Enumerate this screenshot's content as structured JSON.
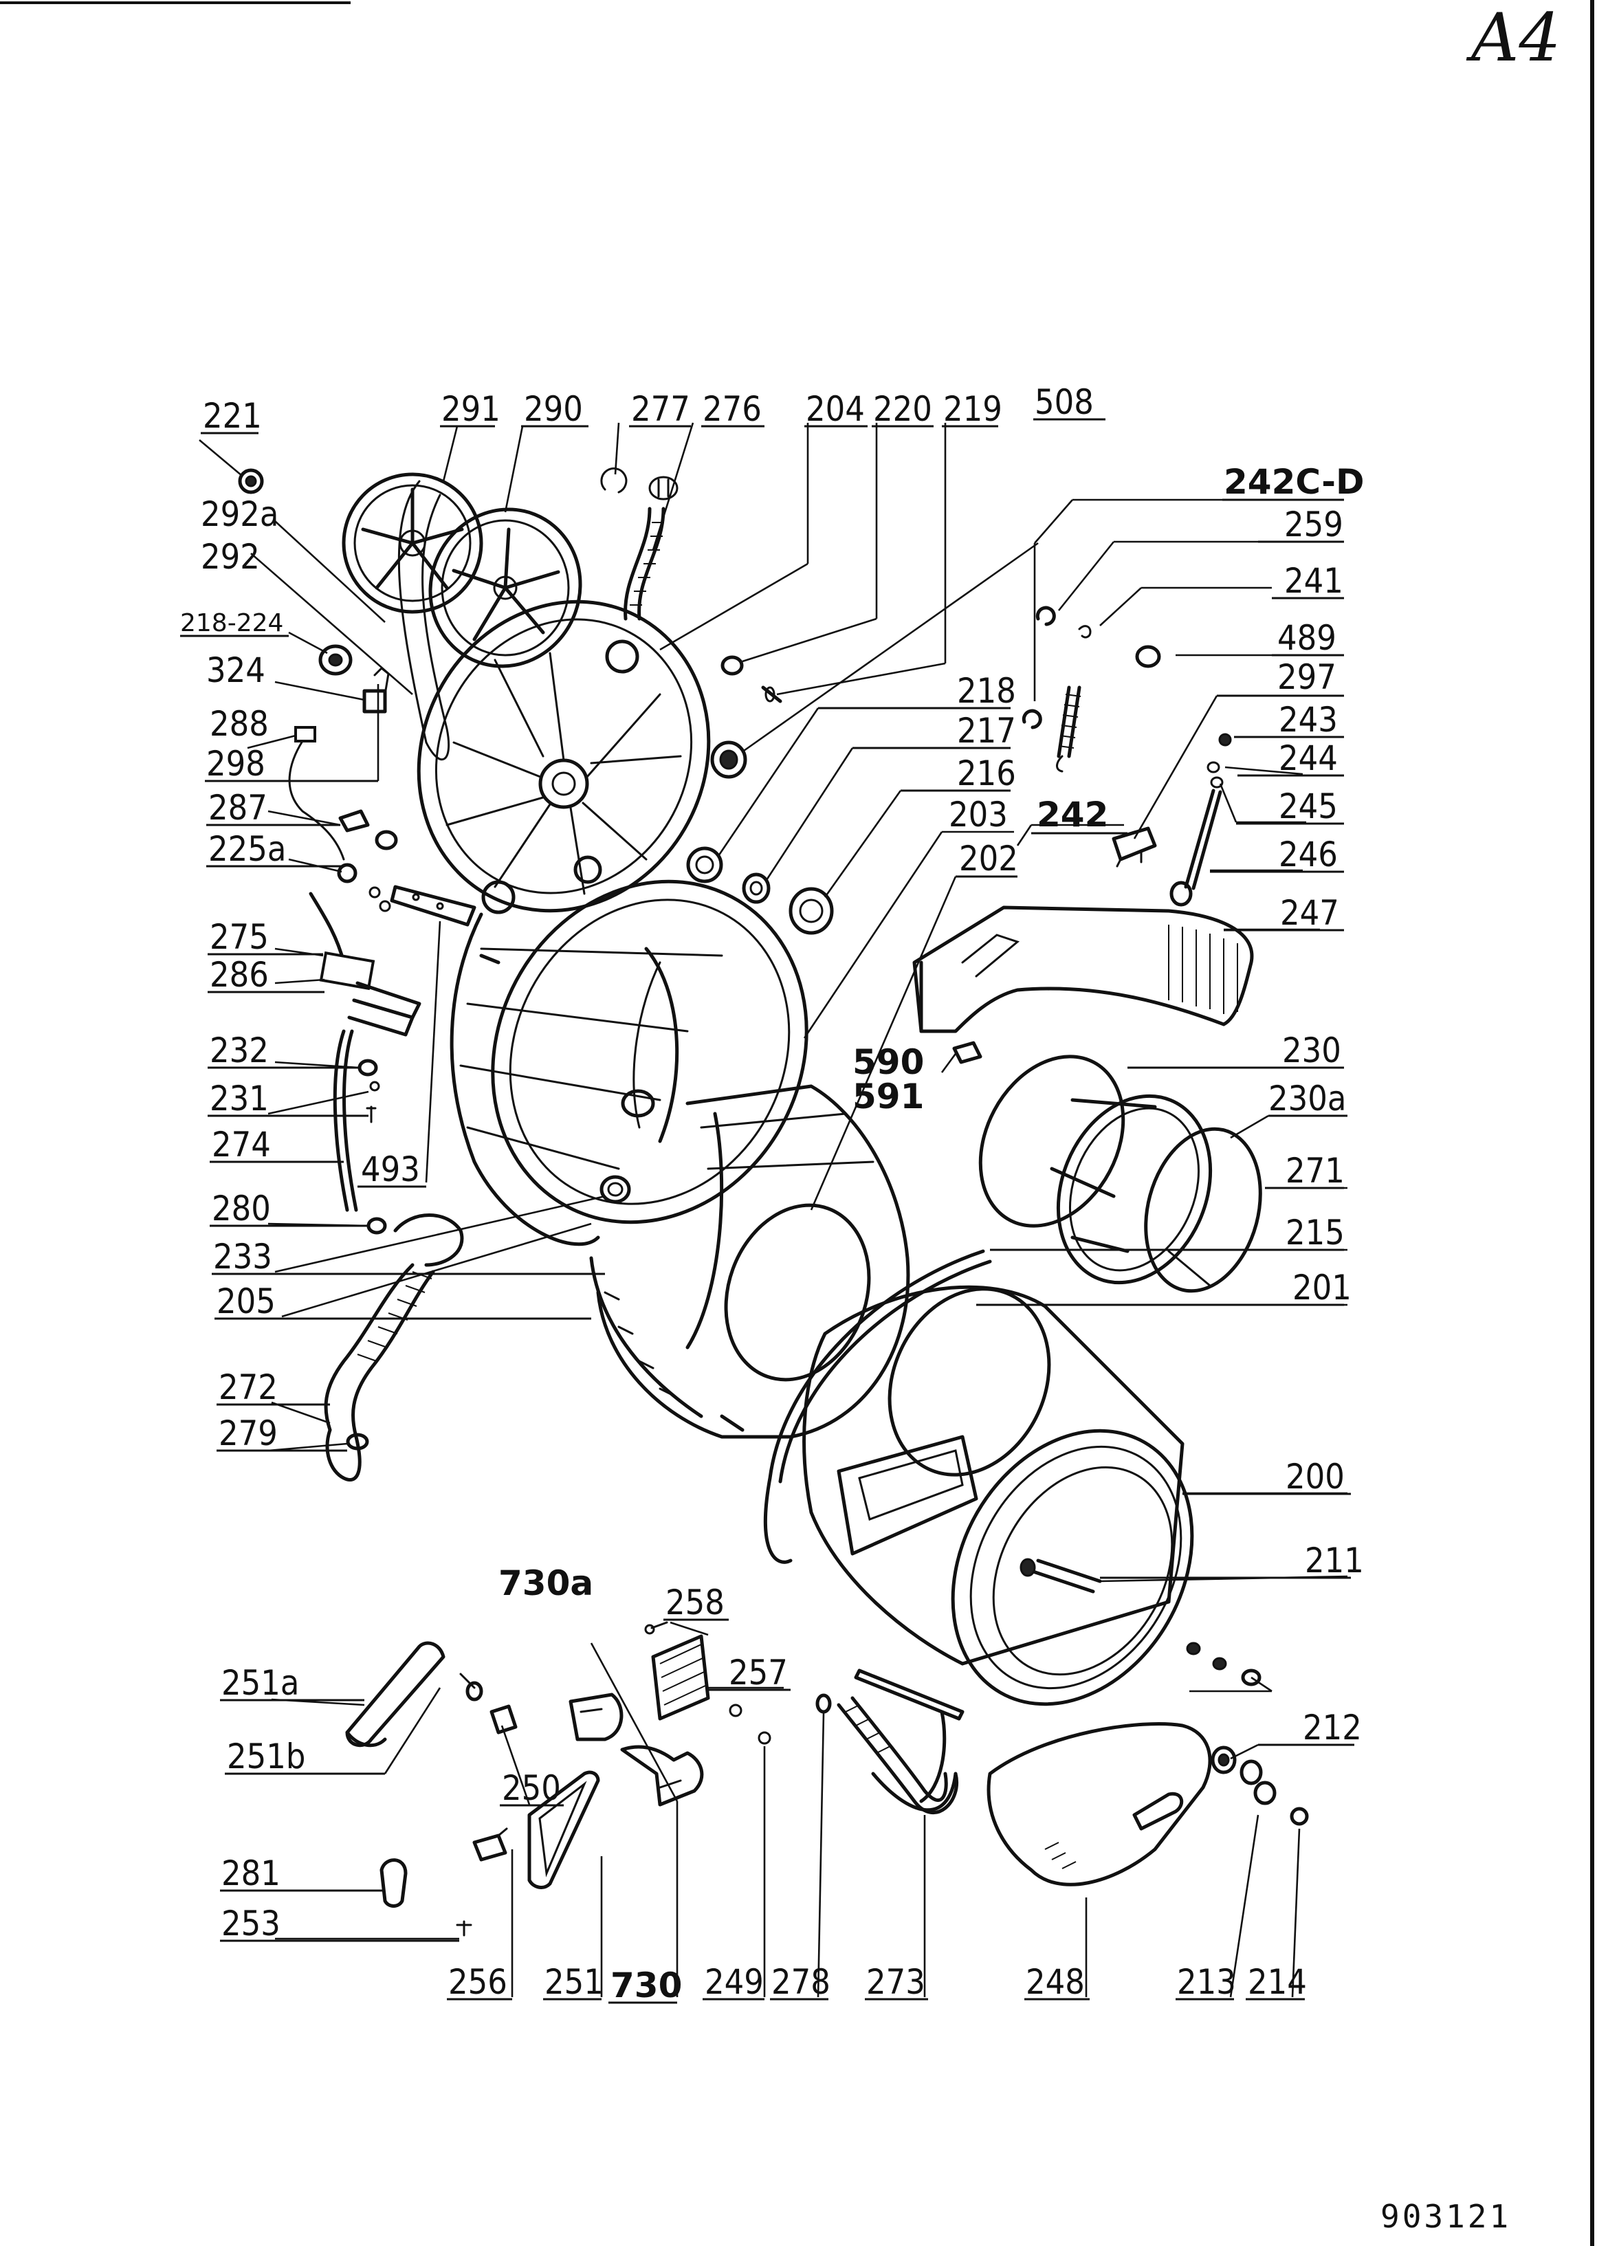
{
  "sheet": {
    "corner_mark": "A4",
    "document_number": "903121"
  },
  "callouts": [
    {
      "id": "c221",
      "text": "221"
    },
    {
      "id": "c291",
      "text": "291"
    },
    {
      "id": "c290",
      "text": "290"
    },
    {
      "id": "c277",
      "text": "277"
    },
    {
      "id": "c276",
      "text": "276"
    },
    {
      "id": "c204",
      "text": "204"
    },
    {
      "id": "c220",
      "text": "220"
    },
    {
      "id": "c219",
      "text": "219"
    },
    {
      "id": "c508",
      "text": "508"
    },
    {
      "id": "c242cd",
      "text": "242C-D"
    },
    {
      "id": "c292a",
      "text": "292a"
    },
    {
      "id": "c292",
      "text": "292"
    },
    {
      "id": "c259",
      "text": "259"
    },
    {
      "id": "c241",
      "text": "241"
    },
    {
      "id": "c21824",
      "text": "218-224"
    },
    {
      "id": "c489",
      "text": "489"
    },
    {
      "id": "c324",
      "text": "324"
    },
    {
      "id": "c297",
      "text": "297"
    },
    {
      "id": "c218",
      "text": "218"
    },
    {
      "id": "c288",
      "text": "288"
    },
    {
      "id": "c243",
      "text": "243"
    },
    {
      "id": "c217",
      "text": "217"
    },
    {
      "id": "c298",
      "text": "298"
    },
    {
      "id": "c244",
      "text": "244"
    },
    {
      "id": "c216",
      "text": "216"
    },
    {
      "id": "c287",
      "text": "287"
    },
    {
      "id": "c242",
      "text": "242"
    },
    {
      "id": "c245",
      "text": "245"
    },
    {
      "id": "c203",
      "text": "203"
    },
    {
      "id": "c225a",
      "text": "225a"
    },
    {
      "id": "c202",
      "text": "202"
    },
    {
      "id": "c246",
      "text": "246"
    },
    {
      "id": "c275",
      "text": "275"
    },
    {
      "id": "c247",
      "text": "247"
    },
    {
      "id": "c286",
      "text": "286"
    },
    {
      "id": "c232",
      "text": "232"
    },
    {
      "id": "c590",
      "text": "590"
    },
    {
      "id": "c230",
      "text": "230"
    },
    {
      "id": "c591",
      "text": "591"
    },
    {
      "id": "c231",
      "text": "231"
    },
    {
      "id": "c230a",
      "text": "230a"
    },
    {
      "id": "c274",
      "text": "274"
    },
    {
      "id": "c493",
      "text": "493"
    },
    {
      "id": "c271",
      "text": "271"
    },
    {
      "id": "c280",
      "text": "280"
    },
    {
      "id": "c215",
      "text": "215"
    },
    {
      "id": "c233",
      "text": "233"
    },
    {
      "id": "c201",
      "text": "201"
    },
    {
      "id": "c205",
      "text": "205"
    },
    {
      "id": "c272",
      "text": "272"
    },
    {
      "id": "c279",
      "text": "279"
    },
    {
      "id": "c200",
      "text": "200"
    },
    {
      "id": "c211",
      "text": "211"
    },
    {
      "id": "c730a",
      "text": "730a"
    },
    {
      "id": "c258",
      "text": "258"
    },
    {
      "id": "c251a",
      "text": "251a"
    },
    {
      "id": "c257",
      "text": "257"
    },
    {
      "id": "c212",
      "text": "212"
    },
    {
      "id": "c251b",
      "text": "251b"
    },
    {
      "id": "c250",
      "text": "250"
    },
    {
      "id": "c281",
      "text": "281"
    },
    {
      "id": "c253",
      "text": "253"
    },
    {
      "id": "c256",
      "text": "256"
    },
    {
      "id": "c251",
      "text": "251"
    },
    {
      "id": "c730",
      "text": "730"
    },
    {
      "id": "c249",
      "text": "249"
    },
    {
      "id": "c278",
      "text": "278"
    },
    {
      "id": "c273",
      "text": "273"
    },
    {
      "id": "c248",
      "text": "248"
    },
    {
      "id": "c213",
      "text": "213"
    },
    {
      "id": "c214",
      "text": "214"
    }
  ]
}
